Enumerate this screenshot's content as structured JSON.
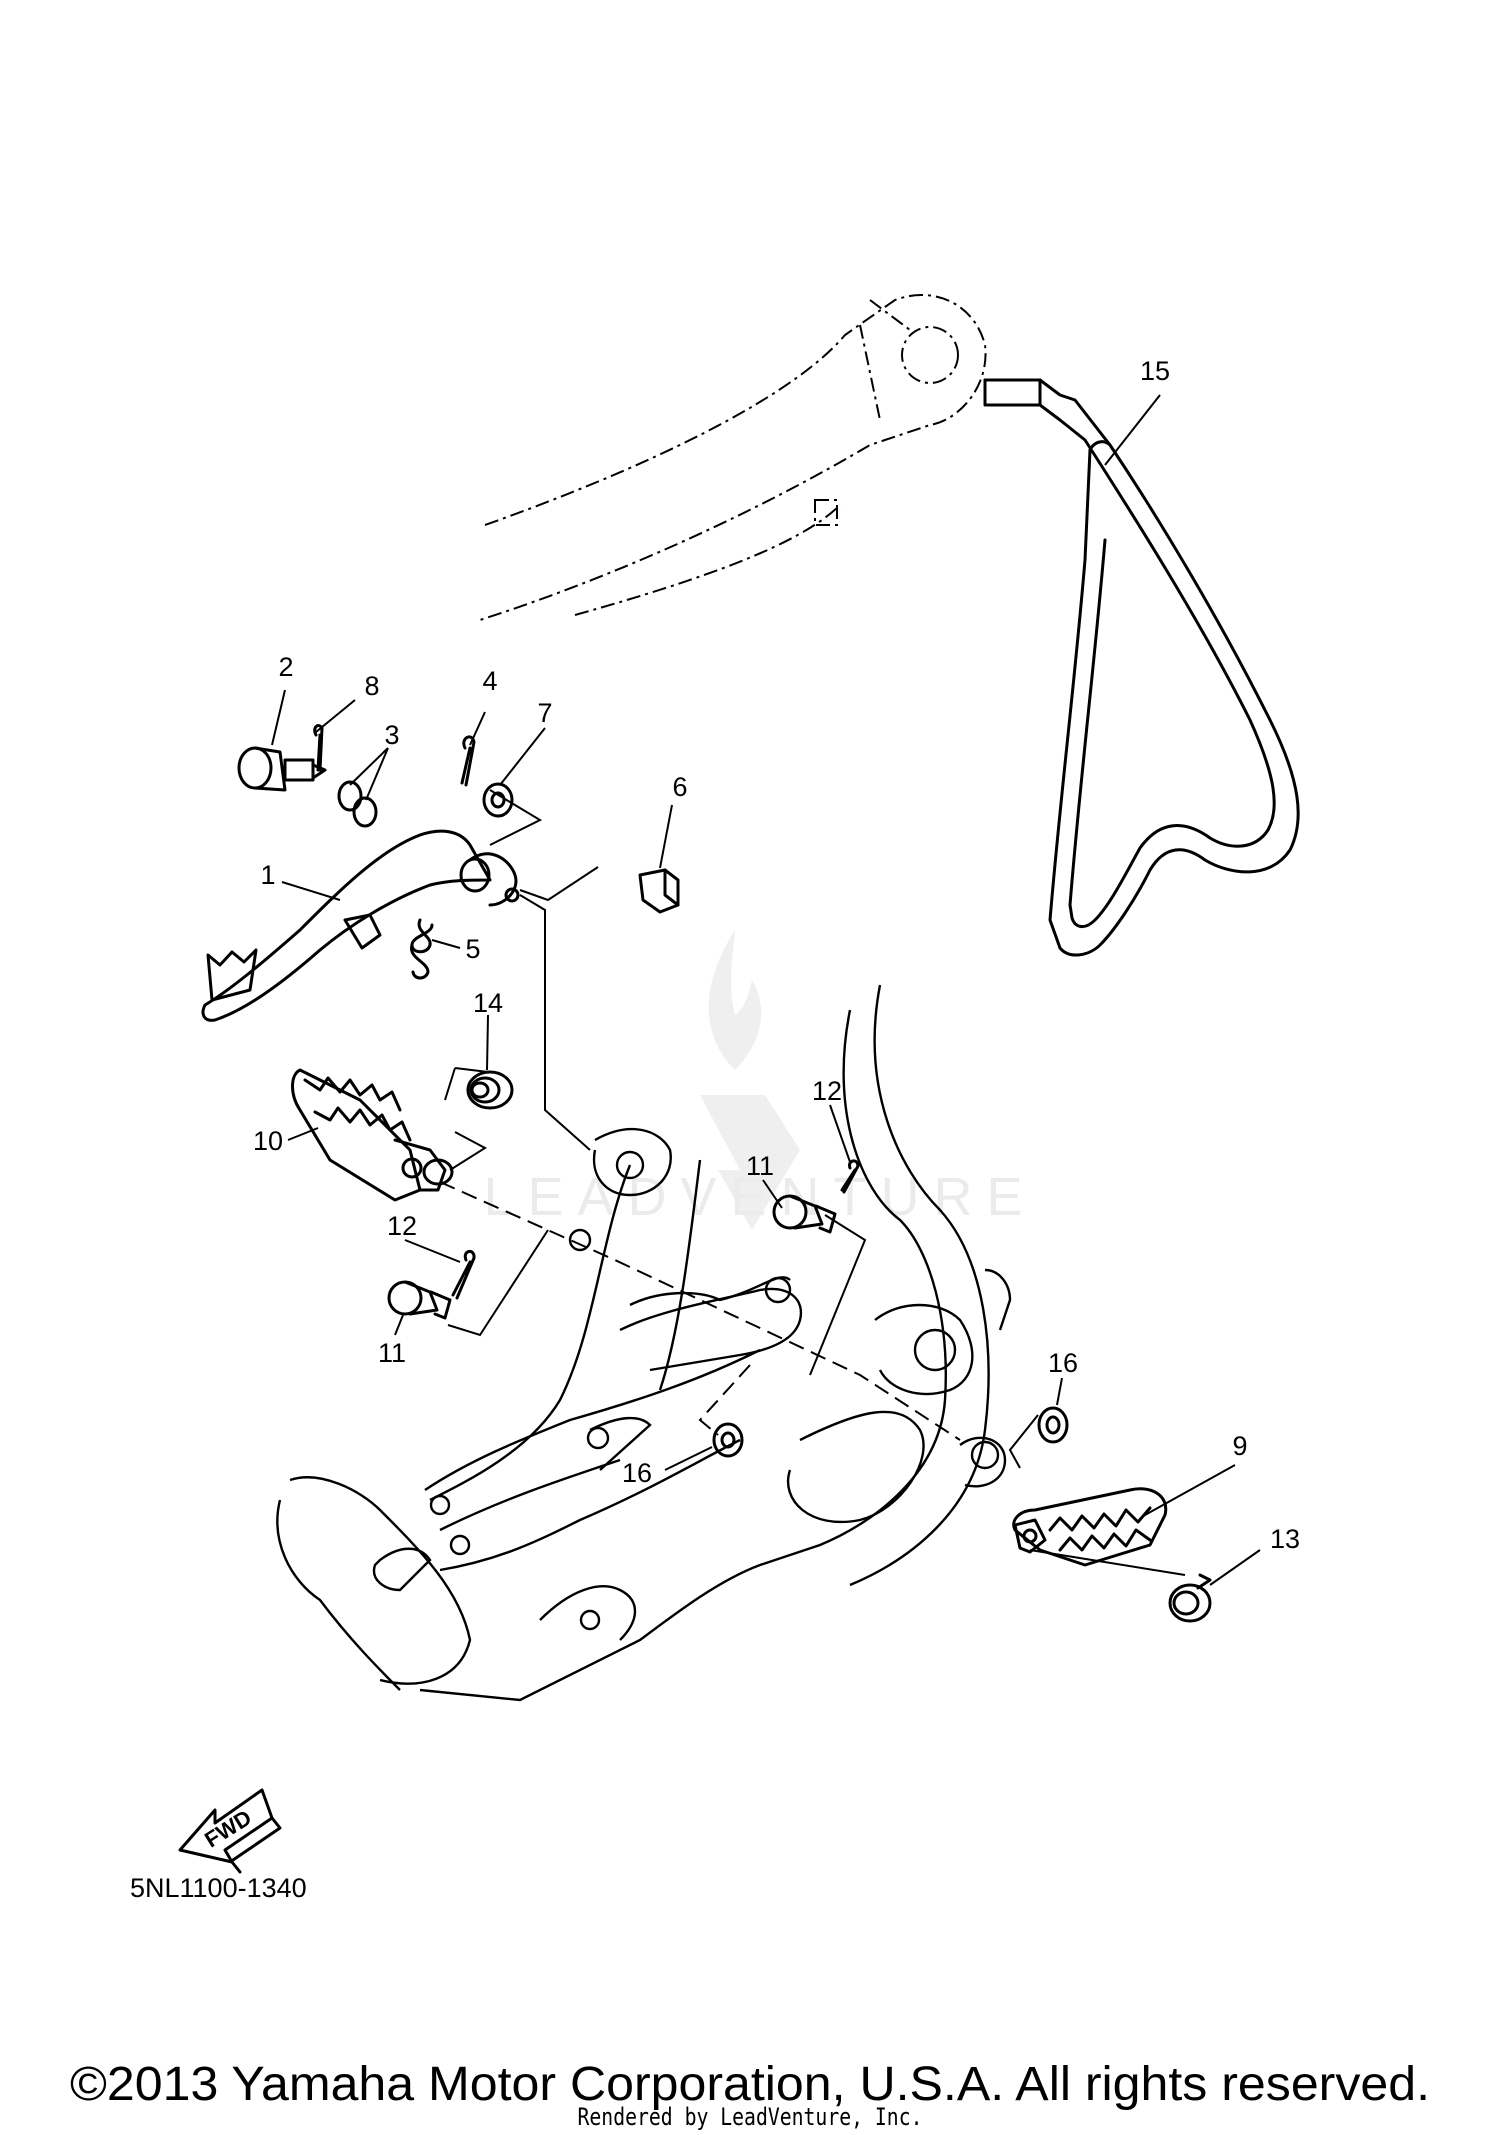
{
  "diagram": {
    "callouts": [
      "1",
      "2",
      "3",
      "4",
      "5",
      "6",
      "7",
      "8",
      "9",
      "10",
      "11",
      "12",
      "13",
      "14",
      "15",
      "16"
    ],
    "extra_callouts": {
      "c11b": "11",
      "c12b": "12",
      "c16b": "16"
    },
    "drawing_code": "5NL1100-1340",
    "fwd_label": "FWD",
    "copyright": "©2013 Yamaha Motor Corporation, U.S.A. All rights reserved.",
    "rendered_by": "Rendered by LeadVenture, Inc.",
    "watermark": "LEADVENTURE"
  }
}
